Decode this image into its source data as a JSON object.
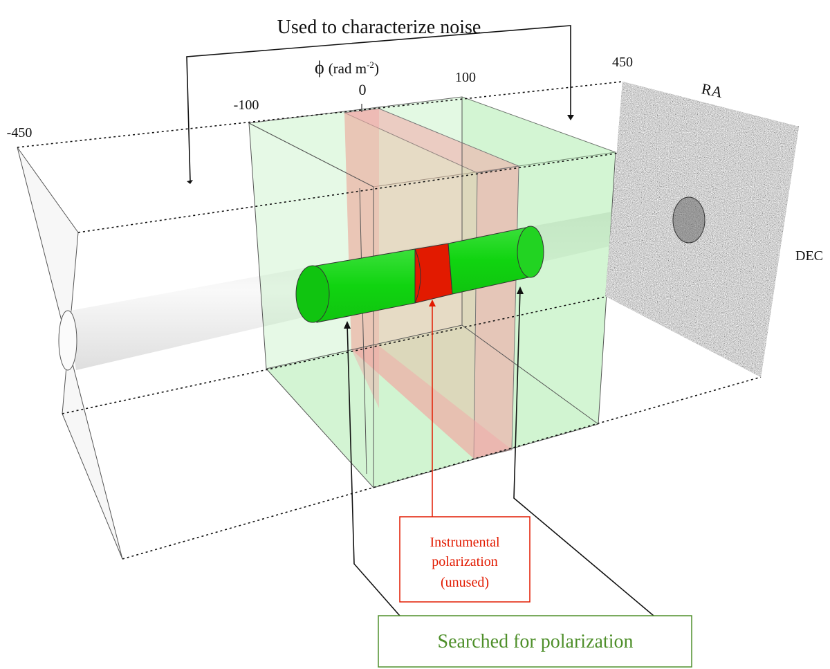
{
  "title": "Used to characterize noise",
  "axis": {
    "symbol": "ϕ",
    "unit_text": "(rad m",
    "unit_exp": "-2",
    "unit_close": ")",
    "ticks": [
      "-450",
      "-100",
      "0",
      "100",
      "450"
    ]
  },
  "image_plane": {
    "ra_label": "RA",
    "dec_label": "DEC"
  },
  "callouts": {
    "instrumental": {
      "line1": "Instrumental",
      "line2": "polarization",
      "line3": "(unused)"
    },
    "searched": "Searched for polarization"
  },
  "colors": {
    "search_region": "#9be89b",
    "instrumental_region": "#f2a7a7",
    "cylinder_green": "#22d322",
    "cylinder_red": "#e21a00",
    "searched_box_border": "#4e8f2a",
    "searched_text": "#4e8f2a",
    "instrumental_text": "#e21a00"
  }
}
